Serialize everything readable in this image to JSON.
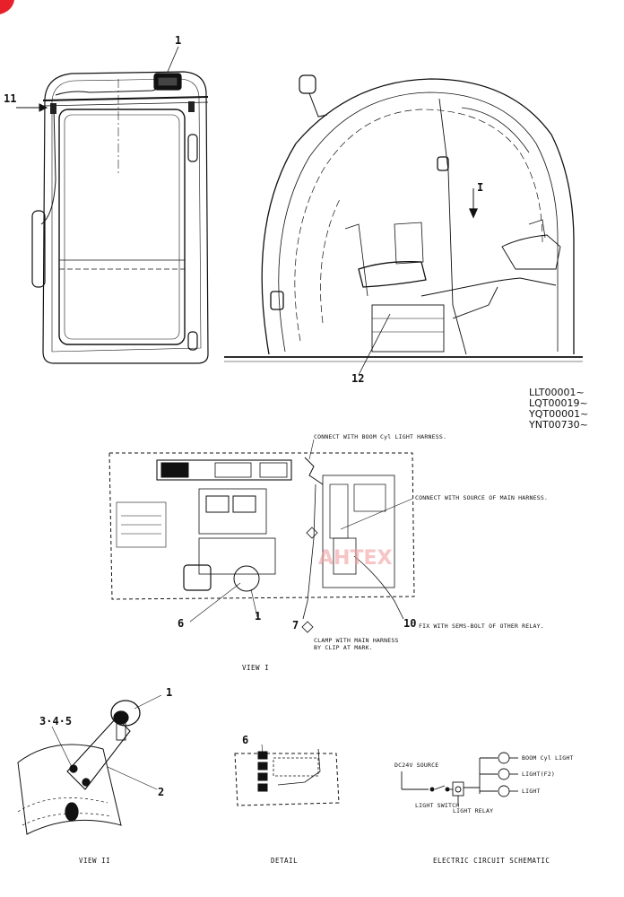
{
  "callouts": {
    "c1_top": "1",
    "c11": "11",
    "cI_arrow": "I",
    "c12": "12",
    "c6_view": "6",
    "c1_view": "1",
    "c7": "7",
    "c10": "10",
    "c1_view2": "1",
    "c345": "3·4·5",
    "c2": "2",
    "c6_detail": "6"
  },
  "serials": [
    "LLT00001~",
    "LQT00019~",
    "YQT00001~",
    "YNT00730~"
  ],
  "notes": {
    "boom_light": "CONNECT WITH BOOM Cyl LIGHT HARNESS.",
    "main_source": "CONNECT WITH SOURCE OF MAIN HARNESS.",
    "fix_sems": "FIX WITH SEMS-BOLT OF OTHER RELAY.",
    "clamp_line1": "CLAMP WITH MAIN HARNESS",
    "clamp_line2": "BY CLIP AT MARK."
  },
  "captions": {
    "view1": "VIEW I",
    "view2": "VIEW II",
    "detail": "DETAIL",
    "schematic": "ELECTRIC CIRCUIT SCHEMATIC"
  },
  "schematic": {
    "source": "DC24V SOURCE",
    "boom_light": "BOOM Cyl LIGHT",
    "light2": "LIGHT(F2)",
    "light": "LIGHT",
    "switch": "LIGHT SWITCH",
    "relay": "LIGHT RELAY"
  },
  "watermark": {
    "text": "AHTEX",
    "color": "#f2a0a0"
  },
  "colors": {
    "ink": "#111111",
    "corner_mark": "#e8202a"
  }
}
